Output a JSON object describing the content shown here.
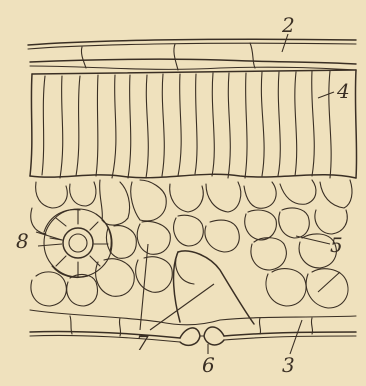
{
  "figure": {
    "background": "#efe1bd",
    "ink": "#3a2f24",
    "labels": [
      {
        "id": "2",
        "text": "2"
      },
      {
        "id": "4",
        "text": "4"
      },
      {
        "id": "5",
        "text": "5"
      },
      {
        "id": "8",
        "text": "8"
      },
      {
        "id": "7",
        "text": "7"
      },
      {
        "id": "6",
        "text": "6"
      },
      {
        "id": "3",
        "text": "3"
      }
    ]
  }
}
